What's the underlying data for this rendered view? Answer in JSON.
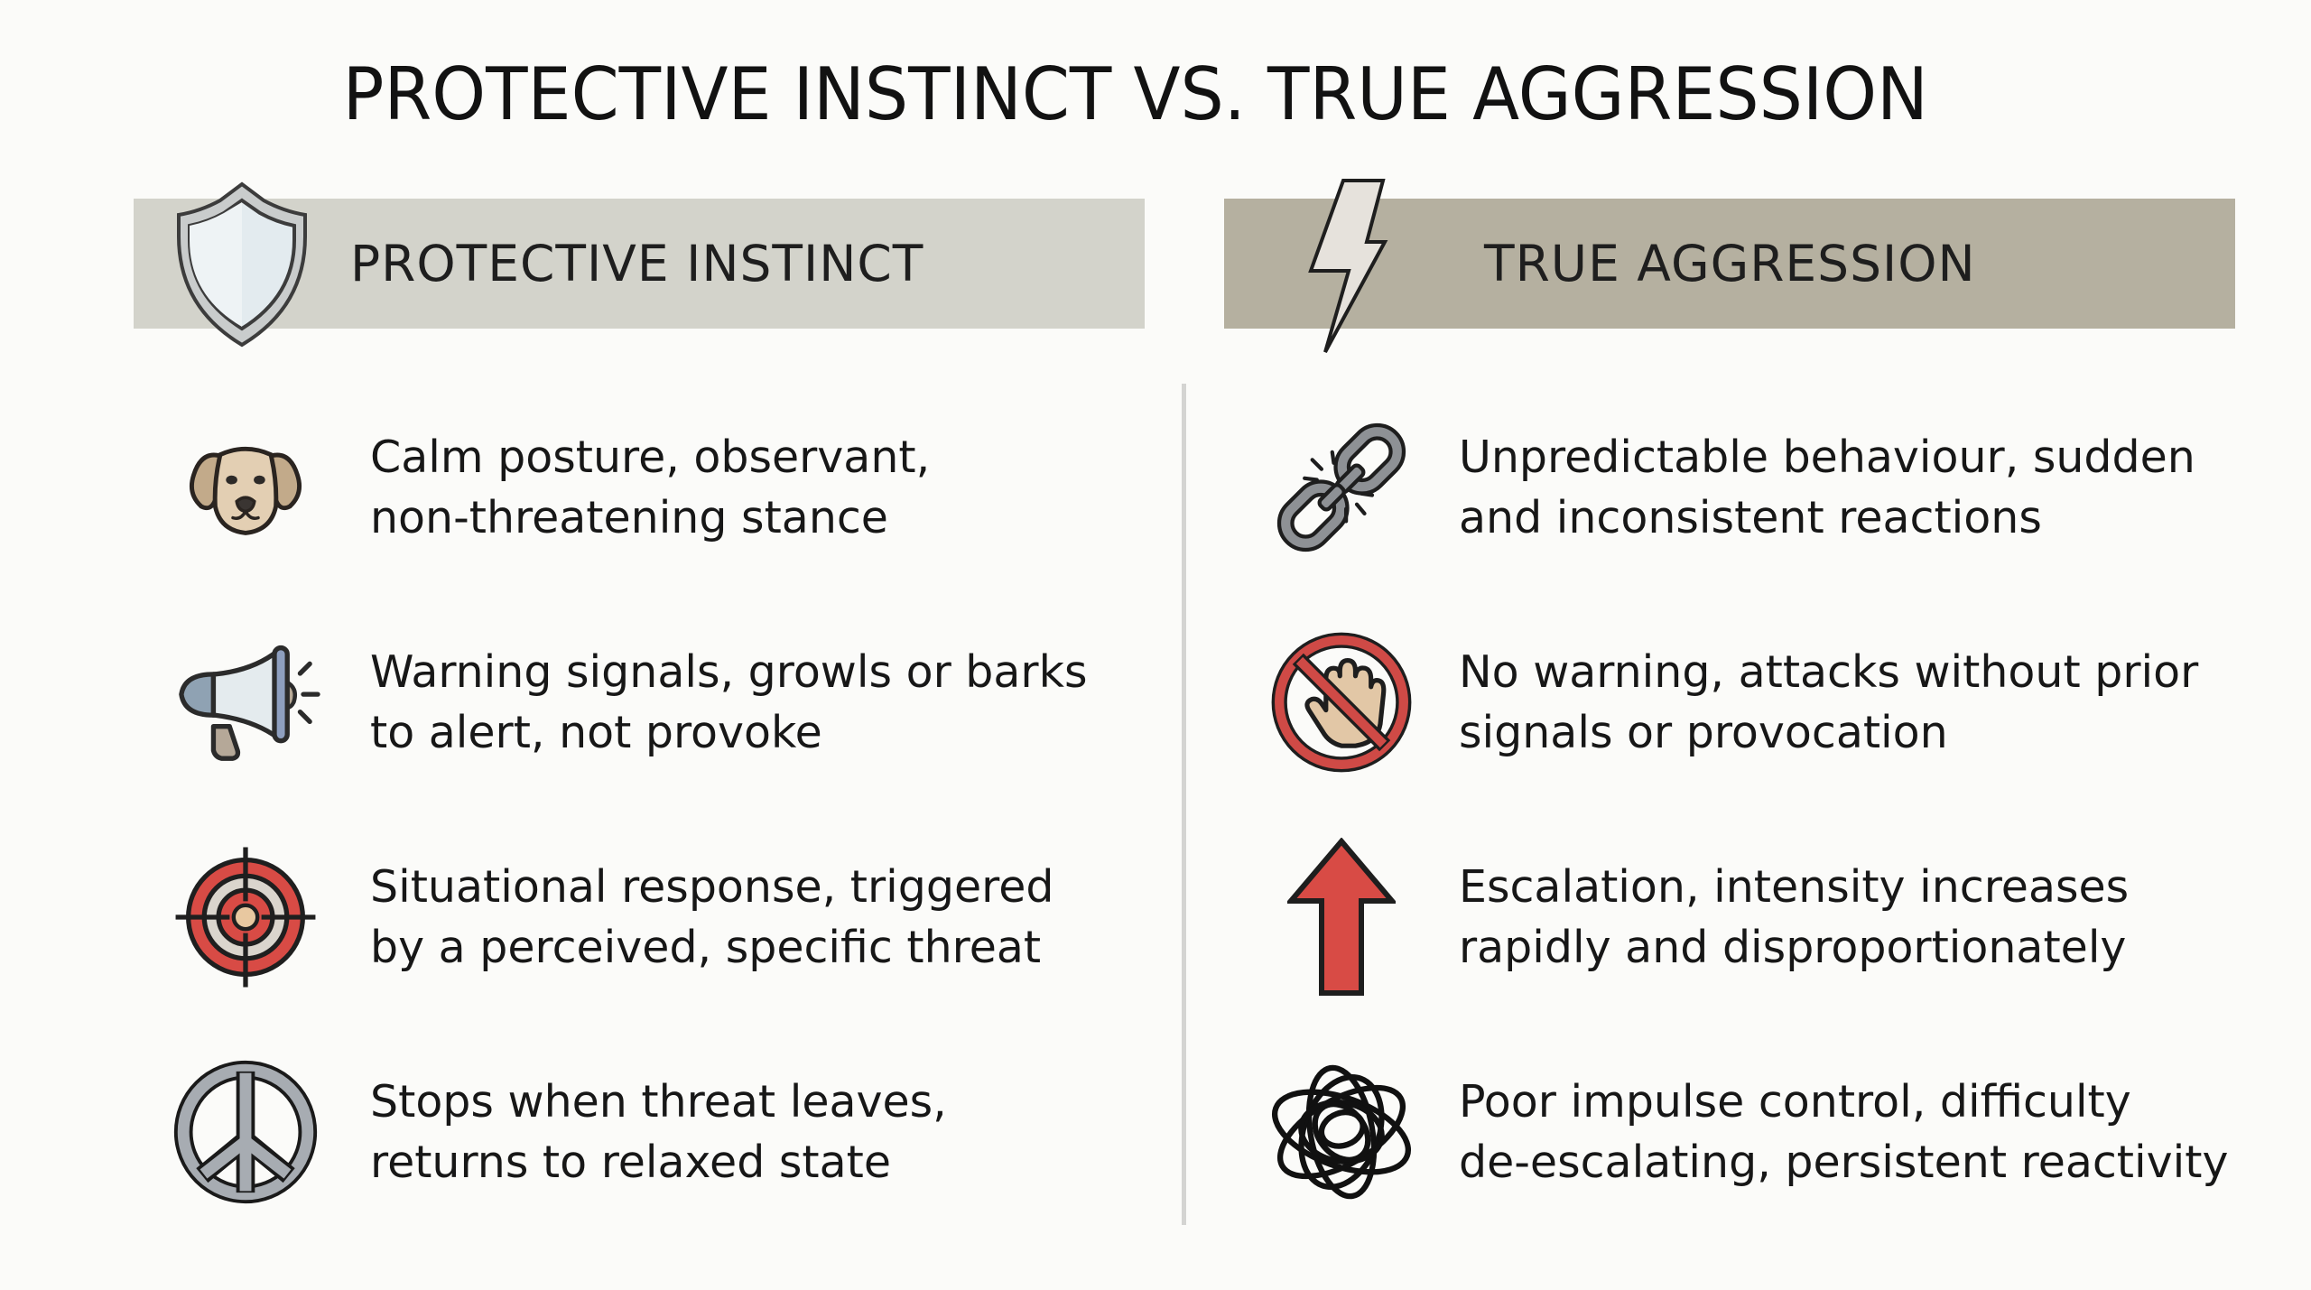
{
  "title": "PROTECTIVE INSTINCT VS. TRUE AGGRESSION",
  "columns": {
    "left": {
      "header": "PROTECTIVE INSTINCT",
      "header_icon": "shield-icon",
      "header_bg": "#d3d3cb",
      "items": [
        {
          "icon": "dog-face-icon",
          "line1": "Calm posture, observant,",
          "line2": "non-threatening stance"
        },
        {
          "icon": "megaphone-icon",
          "line1": "Warning signals, growls or barks",
          "line2": "to alert, not provoke"
        },
        {
          "icon": "target-icon",
          "line1": "Situational response, triggered",
          "line2": "by a perceived, specific threat"
        },
        {
          "icon": "peace-sign-icon",
          "line1": "Stops when threat leaves,",
          "line2": "returns to relaxed state"
        }
      ]
    },
    "right": {
      "header": "TRUE AGGRESSION",
      "header_icon": "lightning-bolt-icon",
      "header_bg": "#b5b0a0",
      "items": [
        {
          "icon": "broken-chain-icon",
          "line1": "Unpredictable behaviour, sudden",
          "line2": "and inconsistent reactions"
        },
        {
          "icon": "no-hand-icon",
          "line1": "No warning, attacks without prior",
          "line2": "signals or provocation"
        },
        {
          "icon": "up-arrow-icon",
          "line1": "Escalation, intensity increases",
          "line2": "rapidly and disproportionately"
        },
        {
          "icon": "tangled-scribble-icon",
          "line1": "Poor impulse control, difficulty",
          "line2": "de-escalating, persistent reactivity"
        }
      ]
    }
  },
  "colors": {
    "background": "#fbfbf9",
    "accent_red": "#d84b45",
    "divider": "#d4d4d2"
  }
}
